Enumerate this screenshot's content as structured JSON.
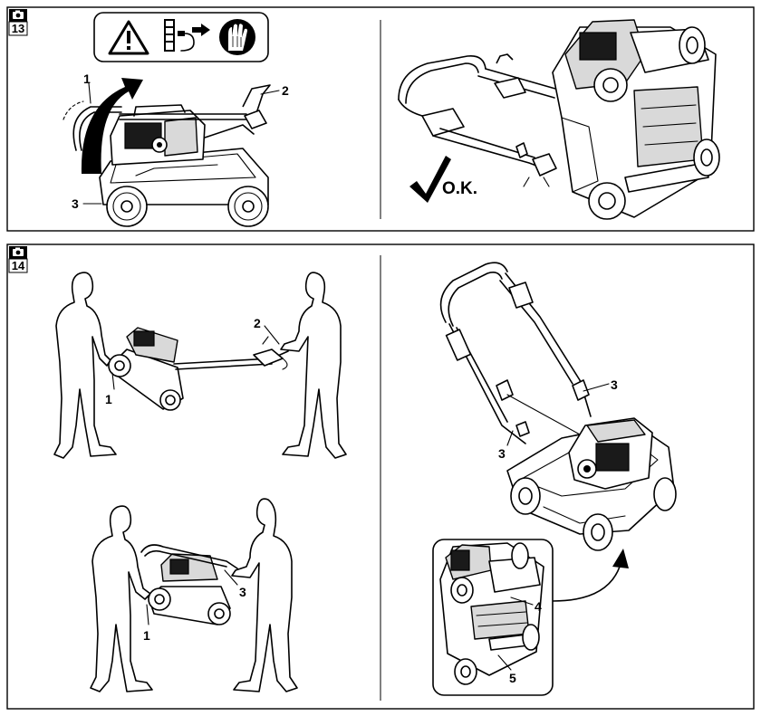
{
  "figures": [
    {
      "number": "13"
    },
    {
      "number": "14"
    }
  ],
  "fig13": {
    "callouts": {
      "c1": "1",
      "c2": "2",
      "c3": "3"
    },
    "ok_label": "O.K."
  },
  "fig14": {
    "callouts": {
      "top_2": "2",
      "top_1": "1",
      "bottom_3": "3",
      "bottom_1": "1",
      "right_3a": "3",
      "right_3b": "3",
      "inset_4": "4",
      "inset_5": "5"
    }
  },
  "icons": [
    "camera-icon",
    "warning-triangle-icon",
    "spark-plug-disconnect-icon",
    "gloves-icon",
    "checkmark-icon",
    "arrow-up-icon"
  ]
}
